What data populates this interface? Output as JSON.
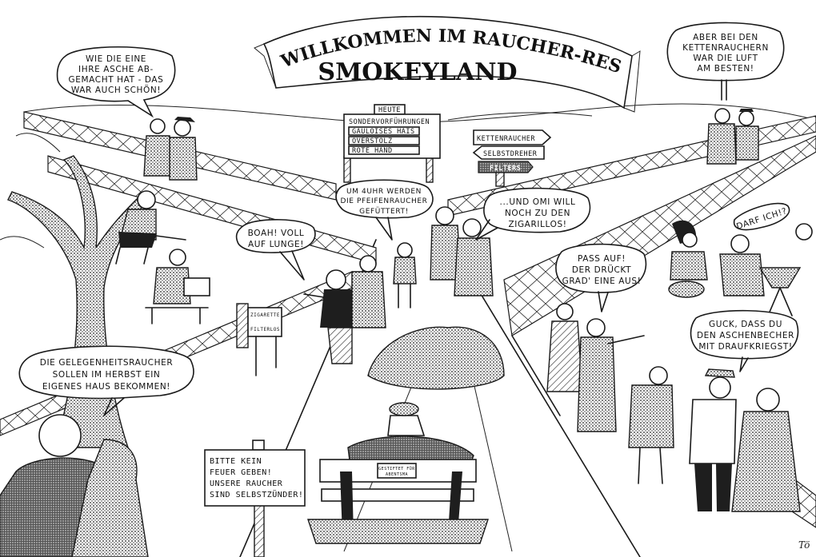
{
  "banner": {
    "line1": "WILLKOMMEN IM RAUCHER-RESERVAT",
    "line2": "SMOKEYLAND"
  },
  "bubbles": {
    "asche": [
      "WIE DIE EINE",
      "IHRE ASCHE AB-",
      "GEMACHT HAT - DAS",
      "WAR AUCH SCHÖN!"
    ],
    "ketten": [
      "ABER BEI DEN",
      "KETTENRAUCHERN",
      "WAR DIE LUFT",
      "AM BESTEN!"
    ],
    "pfeifen": [
      "UM 4UHR WERDEN",
      "DIE PFEIFENRAUCHER",
      "GEFÜTTERT!"
    ],
    "omi": [
      "...UND OMI WILL",
      "NOCH ZU DEN",
      "ZIGARILLOS!"
    ],
    "boah": [
      "BOAH! VOLL",
      "AUF LUNGE!"
    ],
    "passauf": [
      "PASS AUF!",
      "DER DRÜCKT",
      "GRAD' EINE AUS!"
    ],
    "darf": [
      "DARF ICH!?"
    ],
    "guck": [
      "GUCK, DASS DU",
      "DEN ASCHENBECHER",
      "MIT DRAUFKRIEGST!"
    ],
    "gelegenheit": [
      "DIE GELEGENHEITSRAUCHER",
      "SOLLEN IM HERBST EIN",
      "EIGENES HAUS BEKOMMEN!"
    ]
  },
  "signs": {
    "heute": {
      "header": "HEUTE",
      "items": [
        "SONDERVORFÜHRUNGEN",
        "GAULOISES HAIS",
        "OVERSTOLZ",
        "ROTE HAND"
      ]
    },
    "direction": {
      "items": [
        "KETTENRAUCHER",
        "SELBSTDREHER",
        "FILTERS"
      ]
    },
    "zigarette": {
      "top": "ZIGARETTE",
      "bottom": "FILTERLOS"
    },
    "feuer": [
      "BITTE KEIN",
      "FEUER GEBEN!",
      "UNSERE RAUCHER",
      "SIND SELBSTZÜNDER!"
    ],
    "bench_plaque": [
      "GESTIFTET FÜR",
      "ABENTSMA"
    ]
  },
  "signature": "Tö",
  "colors": {
    "ink": "#1a1a1a",
    "paper": "#ffffff"
  }
}
